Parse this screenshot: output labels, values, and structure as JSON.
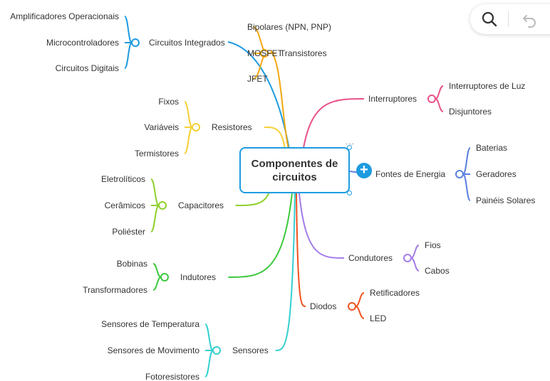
{
  "central": {
    "title": "Componentes de circuitos"
  },
  "add_button": {
    "symbol": "+"
  },
  "toolbar": {
    "search_icon": "search-icon",
    "undo_icon": "undo-icon"
  },
  "branches": [
    {
      "key": "circuitos",
      "label": "Circuitos Integrados",
      "color": "#1e9be0",
      "children": [
        "Amplificadores Operacionais",
        "Microcontroladores",
        "Circuitos Digitais"
      ]
    },
    {
      "key": "transistores",
      "label": "Transistores",
      "color": "#f3a712",
      "children": [
        "Bipolares (NPN, PNP)",
        "MOSFET",
        "JFET"
      ]
    },
    {
      "key": "resistores",
      "label": "Resistores",
      "color": "#f7cf35",
      "children": [
        "Fixos",
        "Variáveis",
        "Termistores"
      ]
    },
    {
      "key": "capacitores",
      "label": "Capacitores",
      "color": "#8fd12c",
      "children": [
        "Eletrolíticos",
        "Cerâmicos",
        "Poliéster"
      ]
    },
    {
      "key": "indutores",
      "label": "Indutores",
      "color": "#3ec93e",
      "children": [
        "Bobinas",
        "Transformadores"
      ]
    },
    {
      "key": "sensores",
      "label": "Sensores",
      "color": "#34cfd0",
      "children": [
        "Sensores de Temperatura",
        "Sensores de Movimento",
        "Fotoresistores"
      ]
    },
    {
      "key": "interruptores",
      "label": "Interruptores",
      "color": "#e8528a",
      "children": [
        "Interruptores de Luz",
        "Disjuntores"
      ]
    },
    {
      "key": "fontes",
      "label": "Fontes de Energia",
      "color": "#5b7fe0",
      "children": [
        "Baterias",
        "Geradores",
        "Painéis Solares"
      ]
    },
    {
      "key": "condutores",
      "label": "Condutores",
      "color": "#a27ce8",
      "children": [
        "Fios",
        "Cabos"
      ]
    },
    {
      "key": "diodos",
      "label": "Diodos",
      "color": "#f0521e",
      "children": [
        "Retificadores",
        "LED"
      ]
    }
  ]
}
